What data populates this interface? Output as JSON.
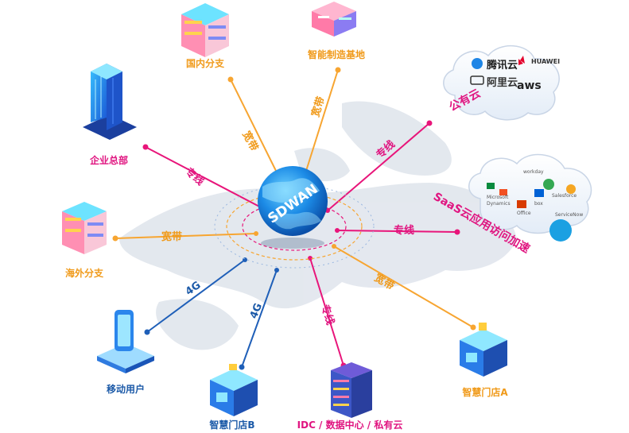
{
  "center": {
    "label": "SDWAN"
  },
  "nodes": {
    "domestic_branch": "国内分支",
    "smart_manufacturing": "智能制造基地",
    "hq": "企业总部",
    "overseas_branch": "海外分支",
    "mobile_user": "移动用户",
    "store_b": "智慧门店B",
    "idc": "IDC / 数据中心 / 私有云",
    "store_a": "智慧门店A",
    "public_cloud": "公有云",
    "saas": "SaaS云应用访问加速"
  },
  "links": {
    "broadband": "宽带",
    "dedicated": "专线",
    "g4": "4G"
  },
  "cloud_vendors": {
    "tencent": "腾讯云",
    "huawei": "HUAWEI",
    "aliyun": "阿里云",
    "aws": "aws"
  },
  "saas_logos": [
    "workday",
    "Microsoft",
    "Dynamics",
    "Office",
    "Salesforce",
    "box",
    "ServiceNow"
  ],
  "colors": {
    "orange": "#f7a531",
    "pink": "#e8157a",
    "blue": "#1f5fb8",
    "label_orange": "#f09a1a",
    "label_magenta": "#e01580",
    "label_blue": "#1c5aa8"
  }
}
